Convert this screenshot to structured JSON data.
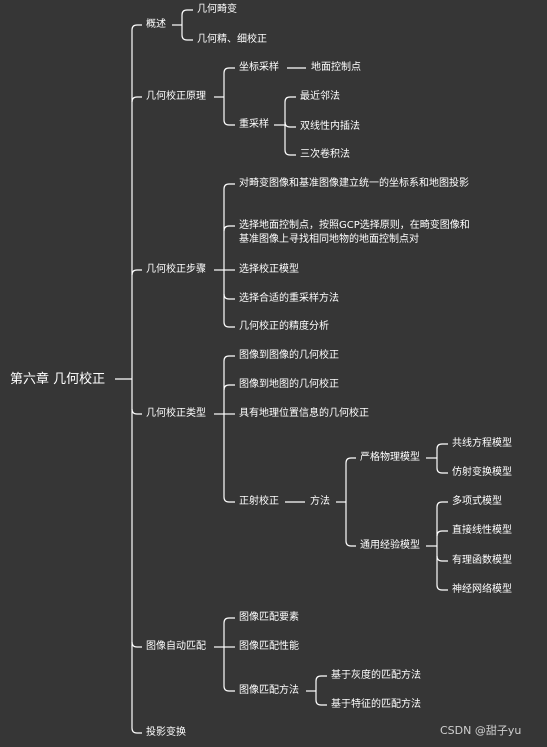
{
  "root": "第六章 几何校正",
  "sections": [
    {
      "label": "概述",
      "children": [
        {
          "label": "几何畸变"
        },
        {
          "label": "几何精、细校正"
        }
      ]
    },
    {
      "label": "几何校正原理",
      "children": [
        {
          "label": "坐标采样",
          "children": [
            {
              "label": "地面控制点"
            }
          ]
        },
        {
          "label": "重采样",
          "children": [
            {
              "label": "最近邻法"
            },
            {
              "label": "双线性内插法"
            },
            {
              "label": "三次卷积法"
            }
          ]
        }
      ]
    },
    {
      "label": "几何校正步骤",
      "children": [
        {
          "label": "对畸变图像和基准图像建立统一的坐标系和地图投影"
        },
        {
          "label": "选择地面控制点，按照GCP选择原则，在畸变图像和基准图像上寻找相同地物的地面控制点对"
        },
        {
          "label": "选择校正模型"
        },
        {
          "label": "选择合适的重采样方法"
        },
        {
          "label": "几何校正的精度分析"
        }
      ]
    },
    {
      "label": "几何校正类型",
      "children": [
        {
          "label": "图像到图像的几何校正"
        },
        {
          "label": "图像到地图的几何校正"
        },
        {
          "label": "具有地理位置信息的几何校正"
        },
        {
          "label": "正射校正",
          "children": [
            {
              "label": "方法",
              "children": [
                {
                  "label": "严格物理模型",
                  "children": [
                    {
                      "label": "共线方程模型"
                    },
                    {
                      "label": "仿射变换模型"
                    }
                  ]
                },
                {
                  "label": "通用经验模型",
                  "children": [
                    {
                      "label": "多项式模型"
                    },
                    {
                      "label": "直接线性模型"
                    },
                    {
                      "label": "有理函数模型"
                    },
                    {
                      "label": "神经网络模型"
                    }
                  ]
                }
              ]
            }
          ]
        }
      ]
    },
    {
      "label": "图像自动匹配",
      "children": [
        {
          "label": "图像匹配要素"
        },
        {
          "label": "图像匹配性能"
        },
        {
          "label": "图像匹配方法",
          "children": [
            {
              "label": "基于灰度的匹配方法"
            },
            {
              "label": "基于特征的匹配方法"
            }
          ]
        }
      ]
    },
    {
      "label": "投影变换"
    }
  ],
  "watermark": "CSDN @甜子yu",
  "colors": {
    "background": "#363636",
    "line": "#ffffff",
    "text": "#ffffff"
  }
}
